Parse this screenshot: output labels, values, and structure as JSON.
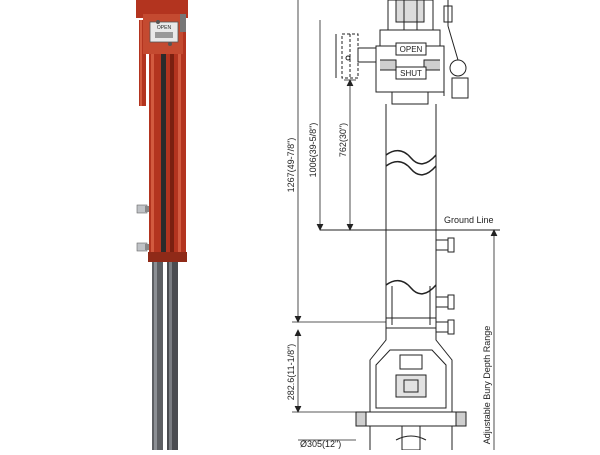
{
  "diagram": {
    "dimensions": {
      "upper_height": "1006(39-5/8\")",
      "gate_height": "762(30\")",
      "overall_height": "1267(49-7/8\")",
      "flange_height": "282.6(11-1/8\")",
      "flange_diameter": "Ø305(12\")"
    },
    "labels": {
      "ground_line": "Ground Line",
      "bury_range": "Adjustable Bury Depth Range",
      "open": "OPEN",
      "shut": "SHUT",
      "small_open": "OPEN"
    },
    "colors": {
      "red": "#b3341f",
      "red_dark": "#7a2010",
      "steel": "#5d5f63",
      "line": "#222222"
    }
  }
}
